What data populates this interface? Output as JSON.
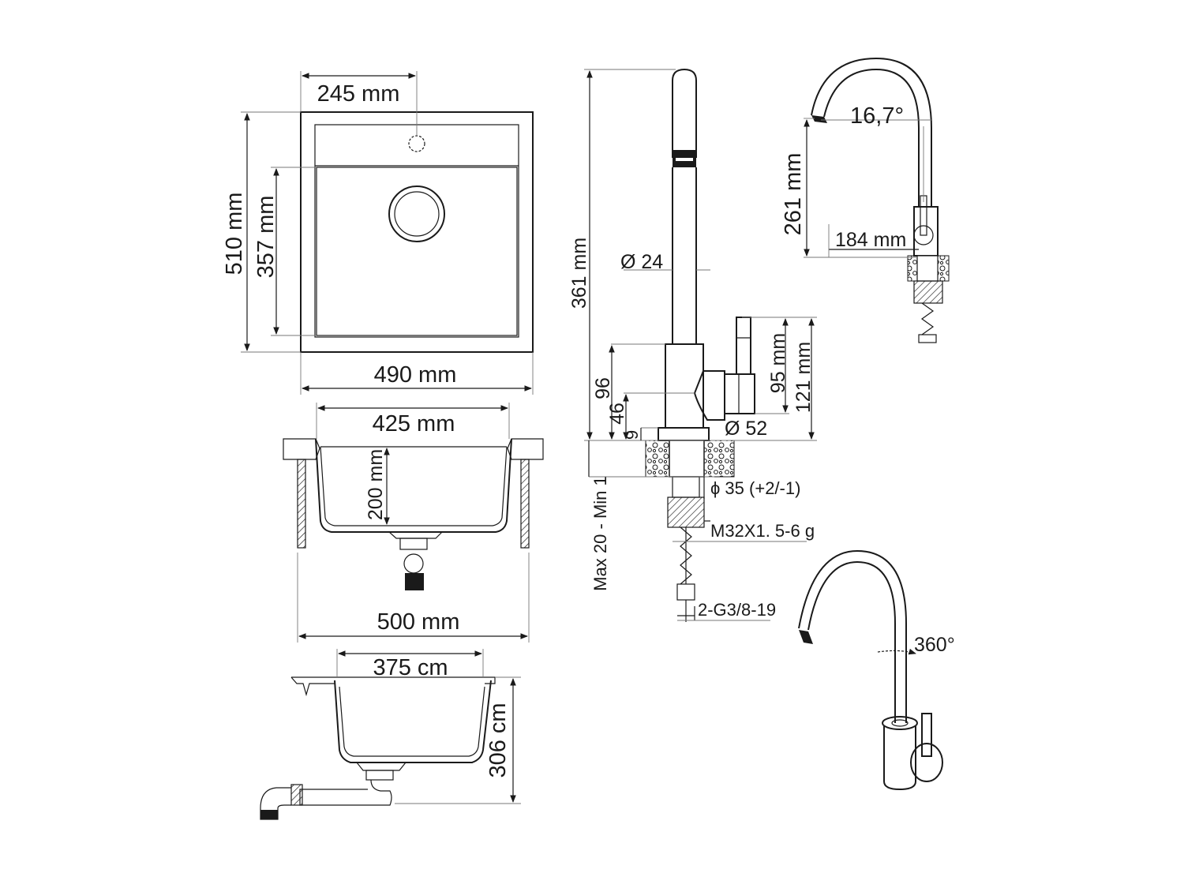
{
  "top_view": {
    "width_label": "490 mm",
    "height_label": "510 mm",
    "bowl_height_label": "357 mm",
    "tap_offset_label": "245 mm"
  },
  "front_section": {
    "bowl_width_label": "425 mm",
    "depth_label": "200 mm",
    "cabinet_width_label": "500 mm"
  },
  "side_section": {
    "bowl_width_label": "375 cm",
    "height_label": "306 cm"
  },
  "faucet_front": {
    "total_height_label": "361 mm",
    "spout_diameter_label": "Ø 24",
    "body_diameter_label": "Ø 52",
    "handle_height_label": "95 mm",
    "lever_top_label": "121 mm",
    "dim_96": "96",
    "dim_46": "46",
    "dim_9": "9",
    "thread_diameter_label": "ϕ 35 (+2/-1)",
    "mount_thread_label": "M32X1. 5-6 g",
    "counter_thickness_label": "Max 20 - Min 1",
    "hose_thread_label": "2-G3/8-19"
  },
  "faucet_side": {
    "angle_label": "16,7°",
    "spout_height_label": "261 mm",
    "reach_label": "184 mm"
  },
  "faucet_perspective": {
    "rotation_label": "360°"
  }
}
